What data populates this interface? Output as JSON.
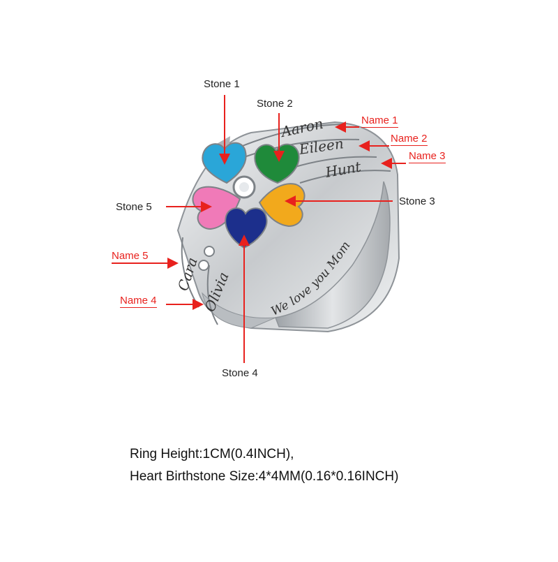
{
  "labels": {
    "stone1": "Stone 1",
    "stone2": "Stone 2",
    "stone3": "Stone 3",
    "stone4": "Stone 4",
    "stone5": "Stone 5",
    "name1": "Name 1",
    "name2": "Name 2",
    "name3": "Name 3",
    "name4": "Name 4",
    "name5": "Name 5"
  },
  "engravings": {
    "name1": "Aaron",
    "name2": "Eileen",
    "name3": "Hunt",
    "name4": "Olivia",
    "name5": "Cara",
    "inner": "We love you Mom"
  },
  "specs": {
    "line1": "Ring Height:1CM(0.4INCH),",
    "line2": "Heart Birthstone Size:4*4MM(0.16*0.16INCH)"
  },
  "colors": {
    "stone1": "#2aa6d8",
    "stone2": "#1f8a3a",
    "stone3": "#f2a91c",
    "stone4": "#1c2f8c",
    "stone5": "#f07ab8",
    "arrow": "#e8211d",
    "metal": "#c9ccd0"
  }
}
